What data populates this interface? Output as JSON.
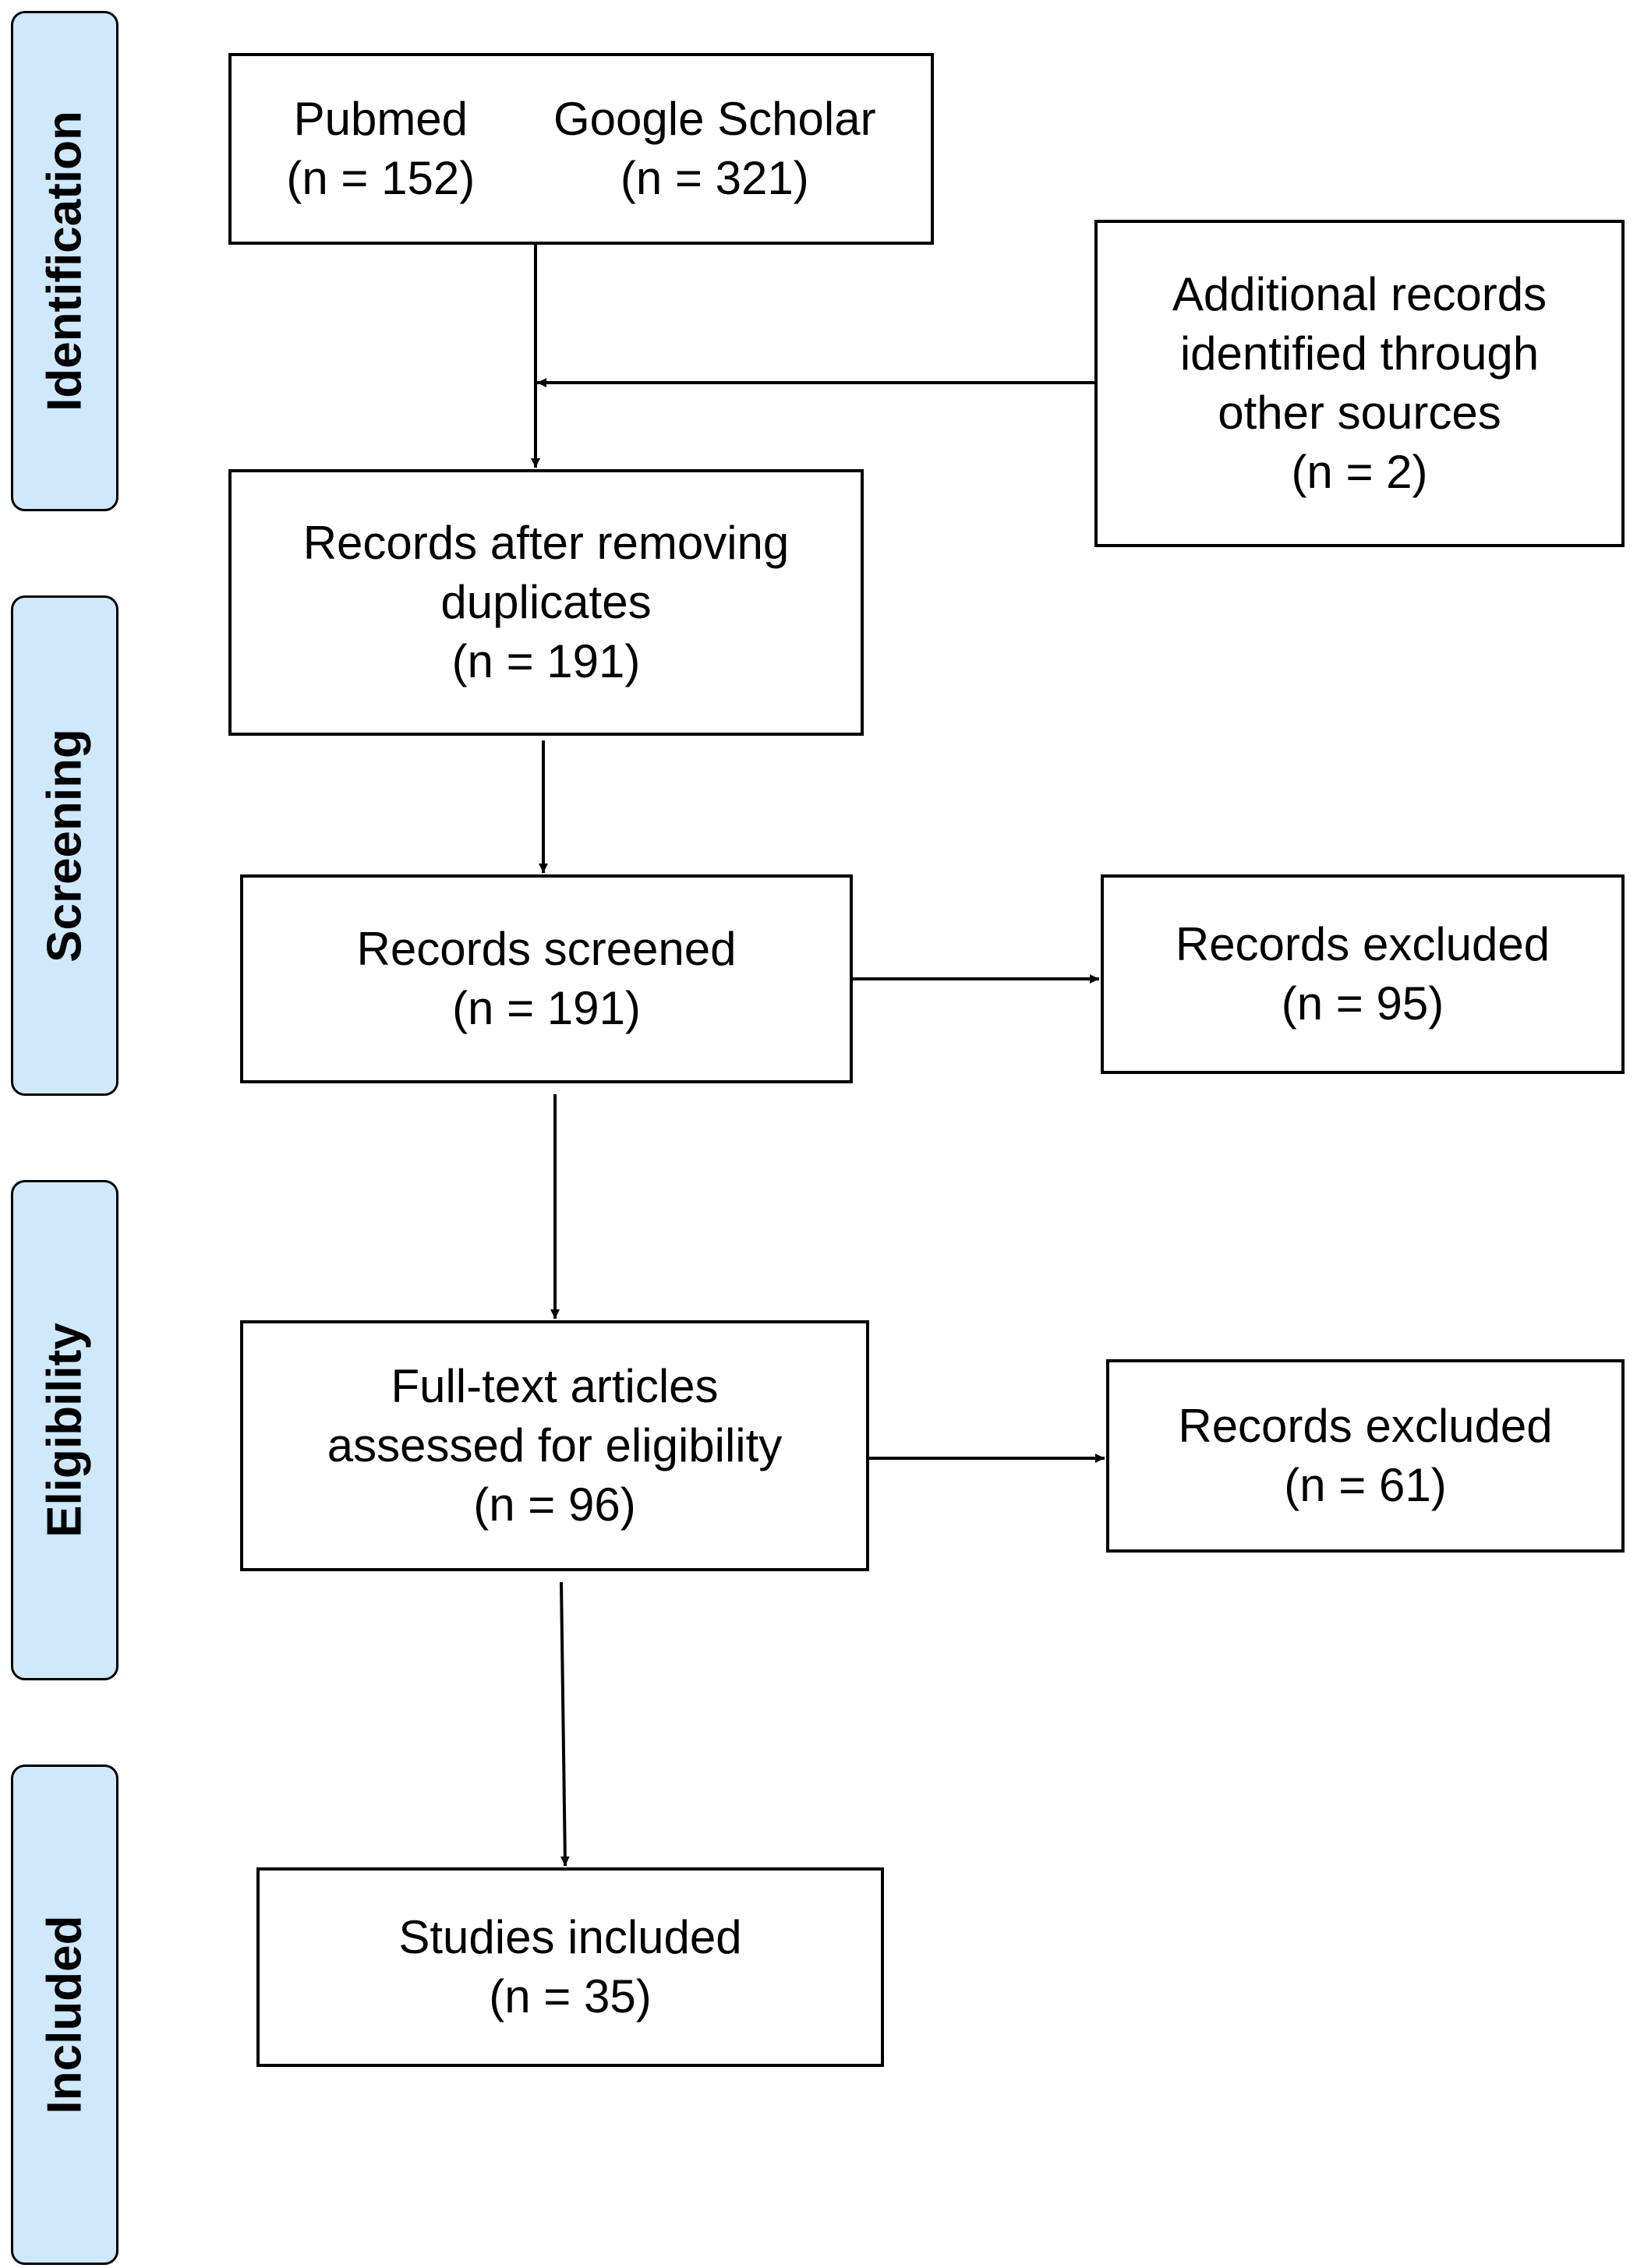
{
  "stages": {
    "identification": "Identification",
    "screening": "Screening",
    "eligibility": "Eligibility",
    "included": "Included"
  },
  "sources": {
    "pubmed": {
      "name": "Pubmed",
      "count": "(n = 152)"
    },
    "google_scholar": {
      "name": "Google Scholar",
      "count": "(n = 321)"
    }
  },
  "additional": {
    "line1": "Additional records",
    "line2": "identified through",
    "line3": "other sources",
    "count": "(n = 2)"
  },
  "after_duplicates": {
    "line1": "Records after removing",
    "line2": "duplicates",
    "count": "(n = 191)"
  },
  "screened": {
    "line1": "Records screened",
    "count": "(n = 191)"
  },
  "excluded_screening": {
    "line1": "Records excluded",
    "count": "(n = 95)"
  },
  "full_text": {
    "line1": "Full-text articles",
    "line2": "assessed for eligibility",
    "count": "(n = 96)"
  },
  "excluded_eligibility": {
    "line1": "Records excluded",
    "count": "(n = 61)"
  },
  "included": {
    "line1": "Studies included",
    "count": "(n = 35)"
  },
  "colors": {
    "stage_fill": "#cfe8fc",
    "stroke": "#000000"
  }
}
